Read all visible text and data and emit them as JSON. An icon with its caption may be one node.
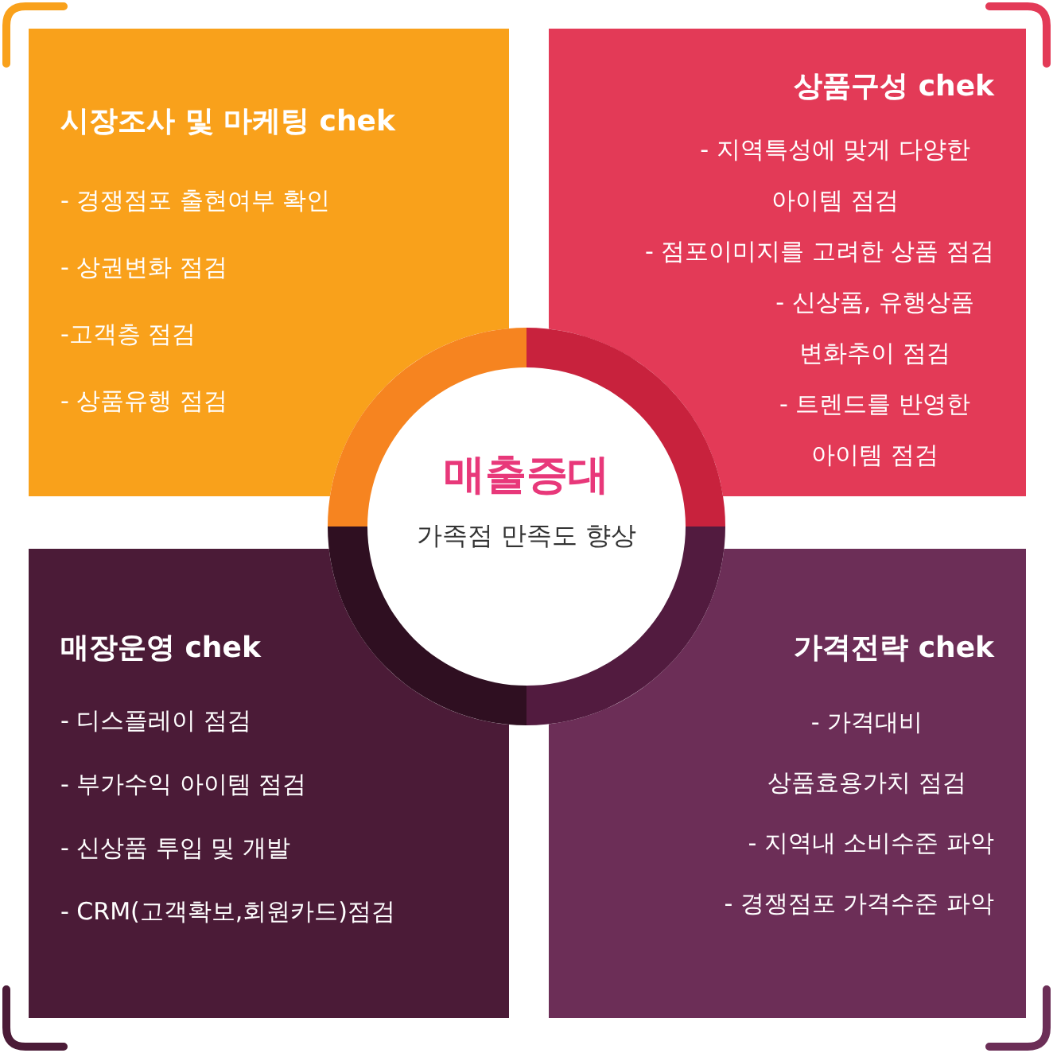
{
  "diagram": {
    "nodes": [
      {
        "text": [
          "시장조사 및 마케팅 chek",
          "- 경쟁점포 출현여부 확인",
          "- 상권변화 점검",
          "-고객층 점검",
          "- 상품유행 점검"
        ]
      },
      {
        "text": [
          "상품구성 chek",
          "- 지역특성에 맞게 다양한 아이템 점검",
          "- 점포이미지를 고려한 상품 점검",
          "- 신상품, 유행상품 변화추이 점검",
          "- 트렌드를 반영한 아이템 점검"
        ]
      },
      {
        "text": [
          "매출증대",
          "가족점 만족도 향상"
        ]
      },
      {
        "text": [
          "매장운영 chek",
          "- 디스플레이 점검",
          "- 부가수익 아이템 점검",
          "- 신상품 투입 및 개발",
          "- CRM(고객확보,회원카드)점검"
        ]
      },
      {
        "text": [
          "가격전략 chek",
          "- 가격대비 상품효용가치 점검",
          "- 지역내 소비수준 파악",
          "- 경쟁점포 가격수준 파악"
        ]
      }
    ]
  }
}
